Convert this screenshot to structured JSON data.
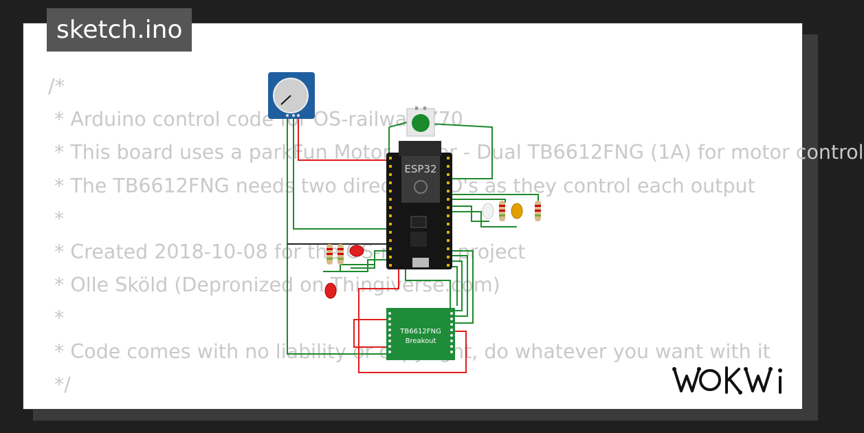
{
  "tab": {
    "filename": "sketch.ino"
  },
  "code_lines": [
    "/*",
    " * Arduino control code for OS-railway Z70",
    " * This board uses a parkFun Motor Driver - Dual TB6612FNG (1A) for motor control",
    " * The TB6612FNG needs two direction I/O's as they control each output",
    " *",
    " * Created 2018-10-08 for the OS-railway project",
    " * Olle Sköld (Depronized on Thingiverse.com)",
    " *",
    " * Code comes with no liability or copyright, do whatever you want with it",
    " */"
  ],
  "components": {
    "mcu_label": "ESP32",
    "driver_label_line1": "TB6612FNG",
    "driver_label_line2": "Breakout"
  },
  "brand": {
    "logo_text": "WOKWi"
  },
  "colors": {
    "background": "#1f1f1f",
    "panel": "#ffffff",
    "code_text": "#c9c9c9",
    "tab_bg": "#555555",
    "wire_green": "#1d8a2c",
    "wire_red": "#e11b1b",
    "board_blue": "#1f5fa0",
    "driver_green": "#1f8c3a",
    "mcu_black": "#151515"
  }
}
